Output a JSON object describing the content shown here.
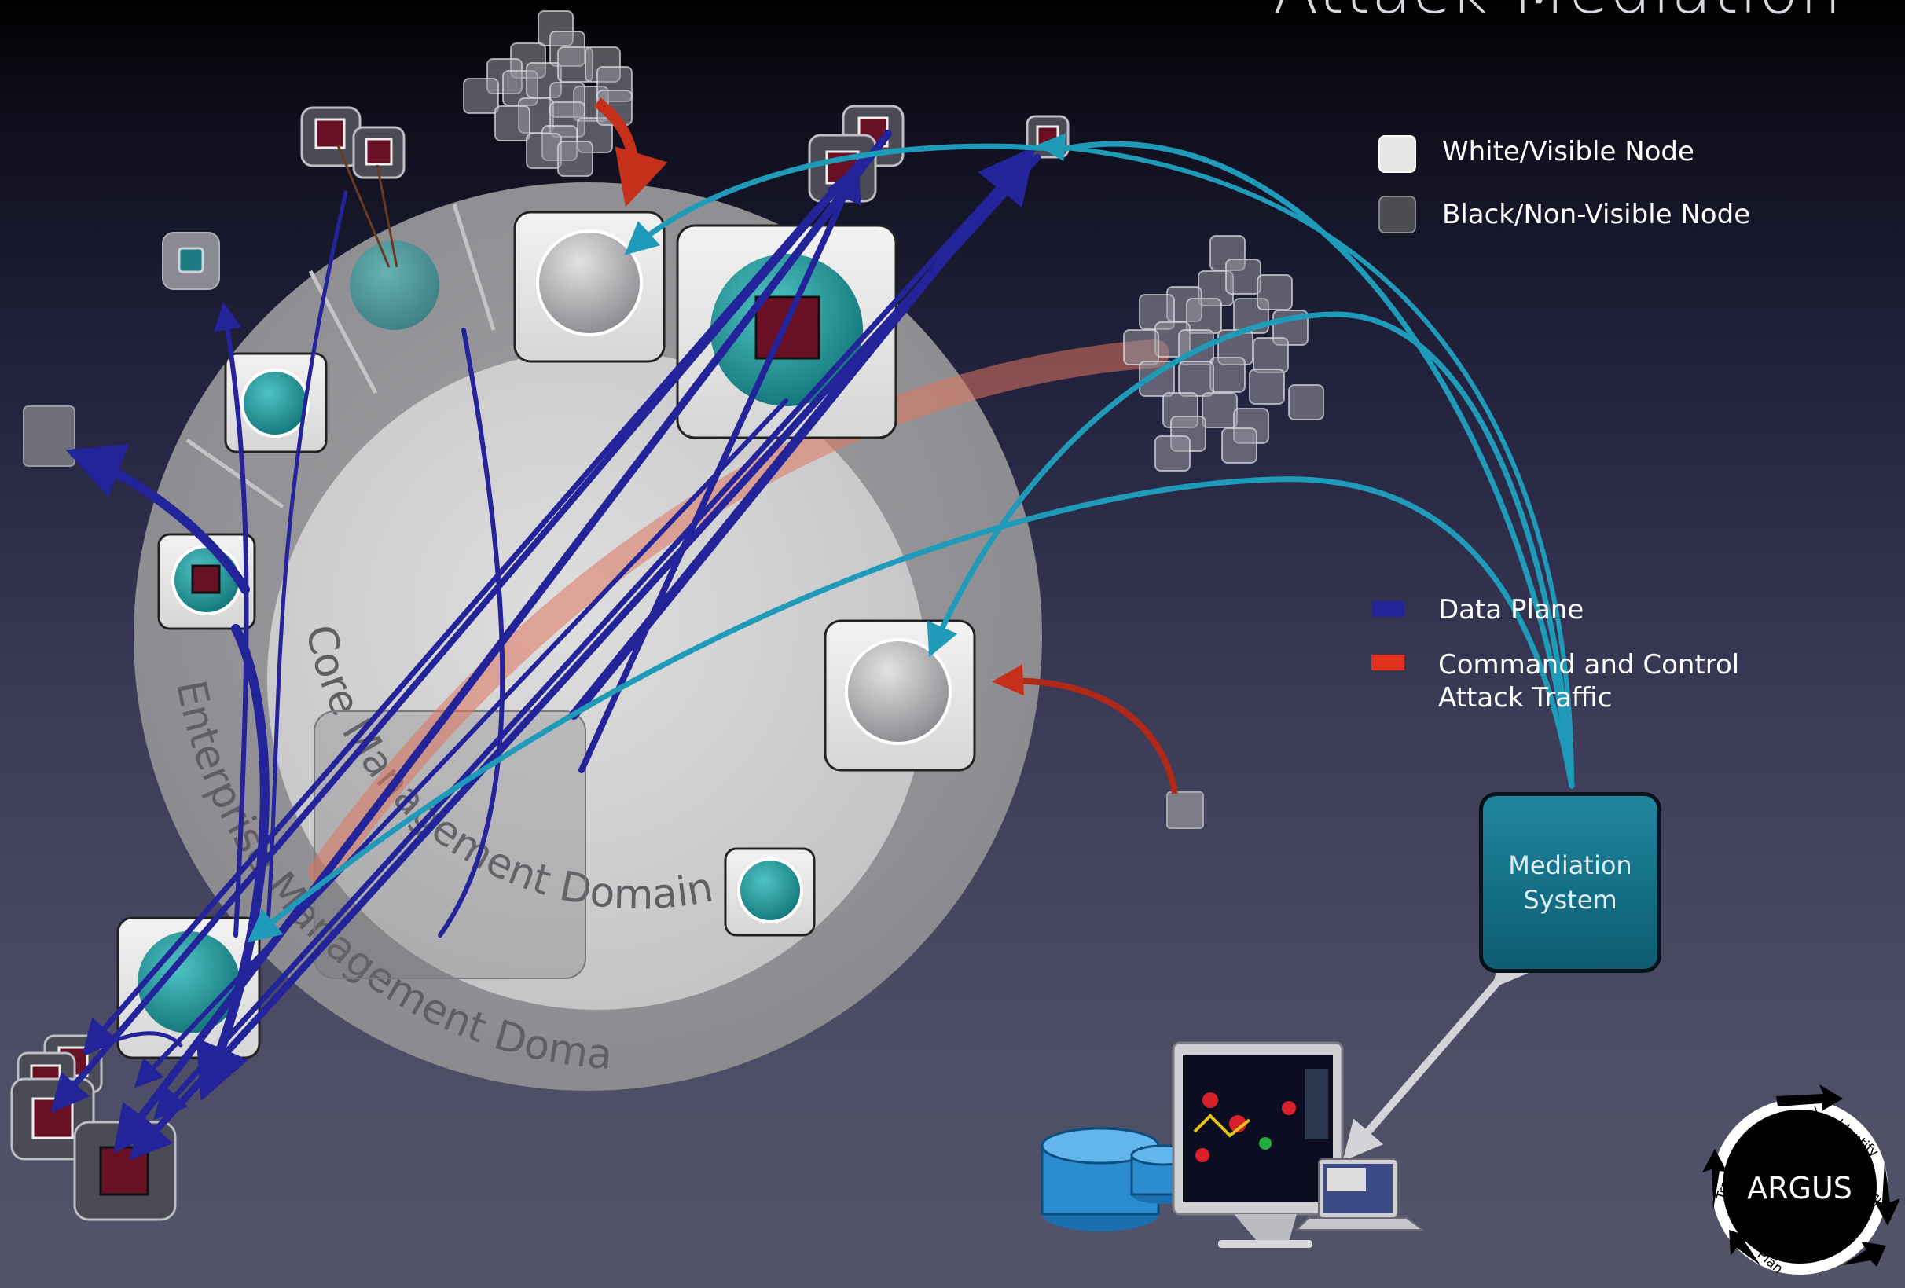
{
  "title": "Attack Mediation",
  "legend": {
    "white_node": "White/Visible Node",
    "black_node": "Black/Non-Visible Node",
    "data_plane": "Data Plane",
    "c2_line1": "Command and Control",
    "c2_line2": "Attack Traffic"
  },
  "colors": {
    "data_plane": "#23239a",
    "command_control": "#d32f18",
    "mediation_link": "#1f9ab8",
    "mediation_box": "#136f86",
    "node_maroon": "#6a1024",
    "node_teal": "#27a3a5"
  },
  "domains": {
    "core": "Core Management Domain",
    "enterprise": "Enterprise Management Domain"
  },
  "mediation": {
    "line1": "Mediation",
    "line2": "System"
  },
  "argus": {
    "name": "ARGUS",
    "cycle": [
      "Control",
      "Identify",
      "Analyze",
      "Plan",
      "Track"
    ]
  },
  "icons": [
    "database-icon",
    "monitor-icon",
    "laptop-icon"
  ]
}
